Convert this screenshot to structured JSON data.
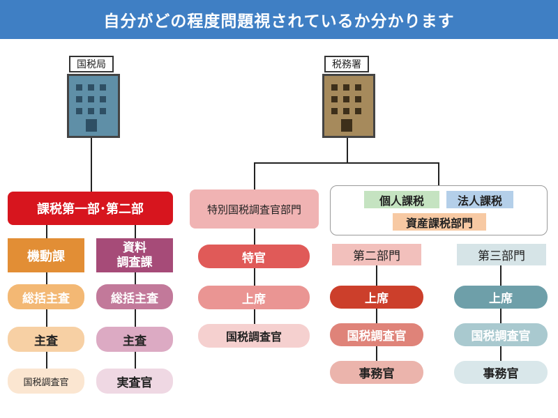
{
  "title": "自分がどの程度問題視されているか分かります",
  "left_org": {
    "building_label": "国税局",
    "dept": "課税第一部･第二部",
    "col_a": [
      "機動課",
      "総括主査",
      "主査",
      "国税調査官"
    ],
    "col_b": {
      "header_line1": "資料",
      "header_line2": "調査課",
      "items": [
        "総括主査",
        "主査",
        "実査官"
      ]
    }
  },
  "right_org": {
    "building_label": "税務署",
    "special_dept": "特別国税調査官部門",
    "special_col": [
      "特官",
      "上席",
      "国税調査官"
    ],
    "tax_box": {
      "kojin": "個人課税",
      "hojin": "法人課税",
      "shisan": "資産課税部門"
    },
    "dept2": [
      "第二部門",
      "上席",
      "国税調査官",
      "事務官"
    ],
    "dept3": [
      "第三部門",
      "上席",
      "国税調査官",
      "事務官"
    ]
  },
  "colors": {
    "title_bg": "#3f7fc4",
    "left_building": "#5f8fa7",
    "right_building": "#a68a5c",
    "dept_red": "#d7151e",
    "orange": "#e28e35",
    "purple": "#a64b78",
    "pink_header": "#f0b3b3",
    "red_pill": "#e05a58",
    "dark_red": "#cc3f2b",
    "teal": "#6e9fa9"
  }
}
